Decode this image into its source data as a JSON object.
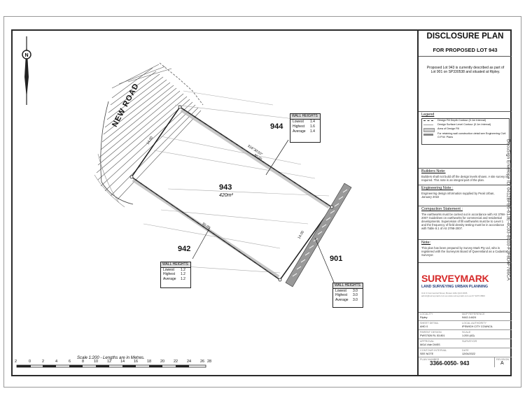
{
  "title": "DISCLOSURE PLAN",
  "subtitle": "FOR PROPOSED LOT  943",
  "description": "Proposed Lot 943 is currently described as part of Lot 901 on SP330538 and situated at Ripley.",
  "docusign": "DocuSign Envelope ID: 0412BFB6-613E-4C03-8C03-F3F8D6F786CA",
  "road": "NEW ROAD",
  "lots": {
    "main": "943",
    "area": "420m²",
    "north": "944",
    "south": "942",
    "east": "901"
  },
  "dimensions": {
    "top": "30.00",
    "top_bearing": "316°30'20\"",
    "bottom": "30.00",
    "left": "14.00",
    "right": "14.00"
  },
  "wall_heights": [
    {
      "heading": "WALL HEIGHTS",
      "lowest_label": "Lowest",
      "lowest": "1.4",
      "highest_label": "Highest",
      "highest": "1.6",
      "average_label": "Average",
      "average": "1.4"
    },
    {
      "heading": "WALL HEIGHTS",
      "lowest_label": "Lowest",
      "lowest": "1.2",
      "highest_label": "Highest",
      "highest": "1.2",
      "average_label": "Average",
      "average": "1.2"
    },
    {
      "heading": "WALL HEIGHTS",
      "lowest_label": "Lowest",
      "lowest": "3.0",
      "highest_label": "Highest",
      "highest": "3.0",
      "average_label": "Average",
      "average": "3.0"
    }
  ],
  "scale": {
    "caption": "Scale 1:200 - Lengths are in Metres.",
    "ticks": [
      "2",
      "0",
      "2",
      "4",
      "6",
      "8",
      "10",
      "12",
      "14",
      "16",
      "18",
      "20",
      "22",
      "24",
      "26",
      "28"
    ]
  },
  "legend": {
    "heading": "Legend",
    "items": [
      "Design Fill Depth Contour (0.1m Interval)",
      "Design Surface Level Contour (0.1m Interval)",
      "Area of Design Fill",
      "For retaining wall construction detail see Engineering Civil O.P.W. Plans"
    ]
  },
  "builders_note": {
    "heading": "Builders Note:",
    "text": "Builders shall not build off the design levels shown. A site survey is required. This note is an integral part of the plan."
  },
  "engineering_note": {
    "heading": "Engineering Note :",
    "text": "Engineering design information supplied by Peak Urban, January 2022"
  },
  "compaction": {
    "heading": "Compaction Statement :",
    "text": "The earthworks must be carried out in accordance with AS 3798-2007 Guidelines on earthworks for commercial and residential developments. Supervision of fill earthworks must be to Level 1 and the frequency of field density testing must be in accordance with Table 8.1 of AS 3798-2007."
  },
  "note": {
    "heading": "Note:",
    "text": "This plan has been prepared by Survey Mark Pty Ltd, who is registered with the Surveyors Board of Queensland as a Cadastral Surveyor."
  },
  "company": {
    "name": "SURVEYMARK",
    "tagline": "LAND SURVEYING   URBAN PLANNING"
  },
  "company_details": [
    "Unit 3 Commercial Street, Bowen Hills QLD 4006",
    "admin@surveymark.com.au   www.surveymark.com.au   07 3270 0800"
  ],
  "title_block": [
    {
      "label": "LOCALITY",
      "value": "Ripley",
      "label2": "MAP REFERENCE",
      "value2": "9442-14424"
    },
    {
      "label": "SHEET DETAIL",
      "value": "AHD 0",
      "label2": "LOCAL AUTHORITY",
      "value2": "IPSWICH CITY COUNCIL"
    },
    {
      "label": "PARENT DESIGN",
      "value": "PWS7526   RL 53.801",
      "label2": "SCALE",
      "value2": "1:200 (A3)"
    },
    {
      "label": "APPROVAL",
      "value": "MGA Vide DNSS",
      "label2": "SURVEYOR",
      "value2": ""
    },
    {
      "label": "CONTOUR INTERVAL",
      "value": "SEE NOTE",
      "label2": "DATE",
      "value2": "12/04/2022"
    }
  ],
  "plan_number_label": "PLAN NUMBER",
  "plan_number": "3366-0050- 943",
  "revision_label": "REVISION",
  "revision": "A"
}
